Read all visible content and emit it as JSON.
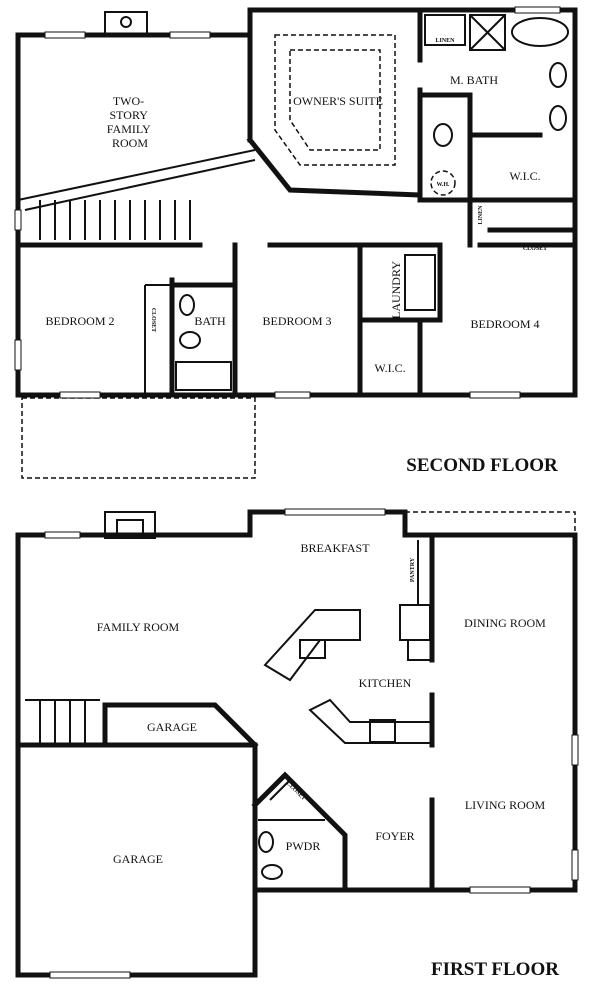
{
  "second_floor": {
    "title": "SECOND FLOOR",
    "rooms": {
      "family_room": [
        "TWO-",
        "STORY",
        "FAMILY",
        "ROOM"
      ],
      "owners_suite": "OWNER'S SUITE",
      "master_bath": "M. BATH",
      "linen_1": "LINEN",
      "master_wic": "W.I.C.",
      "water_heater": "W.H.",
      "linen_2": "LINEN",
      "closet_hall": "CLOSET",
      "bedroom_2": "BEDROOM 2",
      "closet_bed2": "CLOSET",
      "bath": "BATH",
      "bedroom_3": "BEDROOM 3",
      "laundry": "LAUNDRY",
      "wic_bed3": "W.I.C.",
      "bedroom_4": "BEDROOM 4"
    }
  },
  "first_floor": {
    "title": "FIRST FLOOR",
    "rooms": {
      "breakfast": "BREAKFAST",
      "pantry": "PANTRY",
      "family_room": "FAMILY ROOM",
      "dining_room": "DINING ROOM",
      "kitchen": "KITCHEN",
      "garage_small": "GARAGE",
      "garage": "GARAGE",
      "closet": "CLOSET",
      "powder": "PWDR",
      "foyer": "FOYER",
      "living_room": "LIVING ROOM"
    }
  }
}
